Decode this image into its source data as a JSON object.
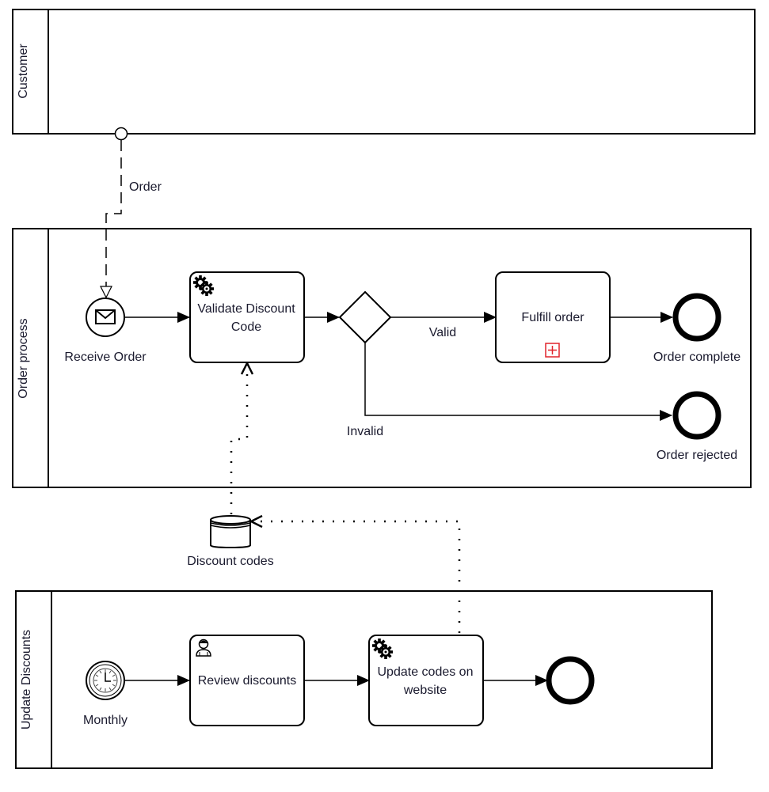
{
  "diagram": {
    "type": "BPMN collaboration",
    "pools": [
      {
        "id": "customer",
        "label": "Customer"
      },
      {
        "id": "order-process",
        "label": "Order process"
      },
      {
        "id": "update-discounts",
        "label": "Update Discounts"
      }
    ],
    "message_flow": {
      "label": "Order",
      "from": "Customer",
      "to": "Receive Order"
    },
    "order_process": {
      "start_event": {
        "label": "Receive Order",
        "kind": "message",
        "icon": "envelope-icon"
      },
      "validate_task": {
        "label_line1": "Validate Discount",
        "label_line2": "Code",
        "kind": "service",
        "icon": "gear-icon"
      },
      "gateway": {
        "kind": "exclusive"
      },
      "valid_flow": {
        "label": "Valid"
      },
      "invalid_flow": {
        "label": "Invalid"
      },
      "fulfill_task": {
        "label": "Fulfill order",
        "kind": "collapsed-subprocess",
        "marker": "plus-marker-icon",
        "marker_color": "#e0242b"
      },
      "end_complete": {
        "label": "Order complete"
      },
      "end_rejected": {
        "label": "Order rejected"
      }
    },
    "data_store": {
      "label": "Discount codes",
      "icon": "database-icon"
    },
    "update_discounts": {
      "start_event": {
        "label": "Monthly",
        "kind": "timer",
        "icon": "clock-icon"
      },
      "review_task": {
        "label": "Review discounts",
        "kind": "user",
        "icon": "user-icon"
      },
      "update_task": {
        "label_line1": "Update codes on",
        "label_line2": "website",
        "kind": "service",
        "icon": "gear-icon"
      },
      "end_event": {
        "label": ""
      }
    }
  }
}
